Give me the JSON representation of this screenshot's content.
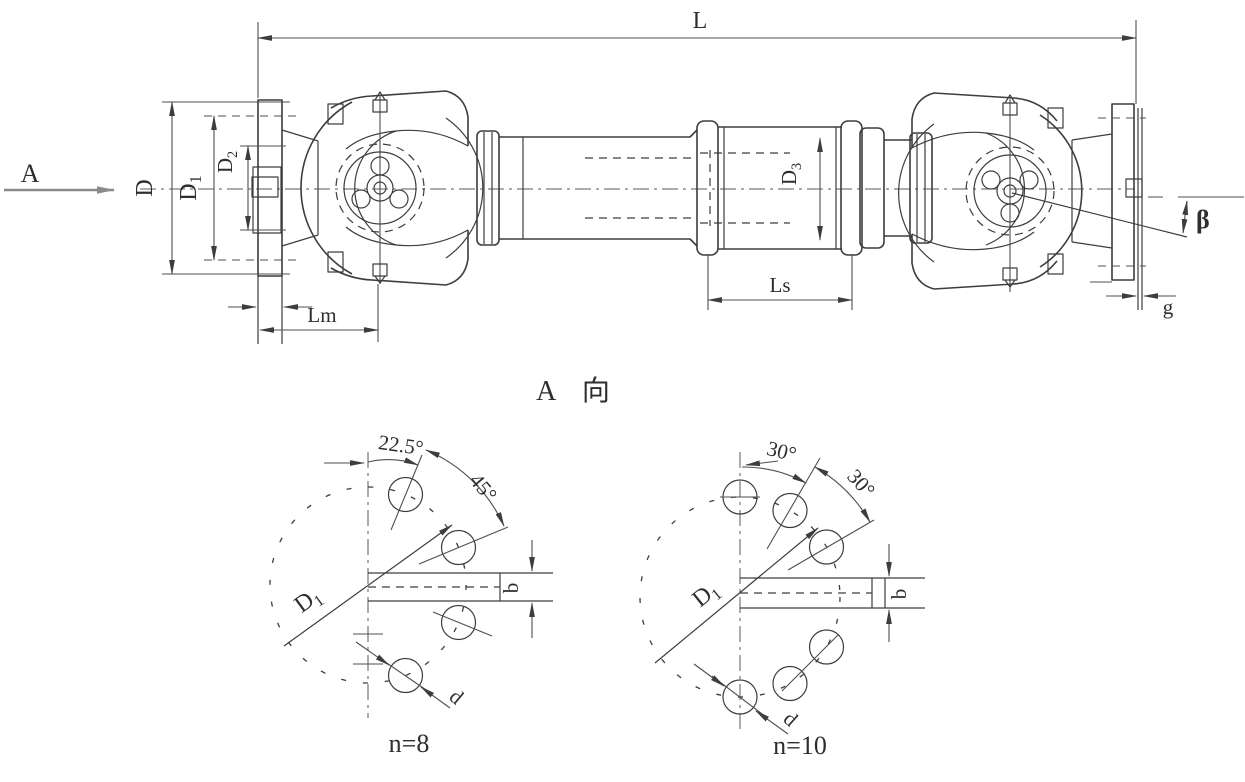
{
  "colors": {
    "line": "#3d3d3d",
    "dim": "#4f4f4f",
    "text": "#2e2e2e",
    "aux_arrow": "#8a8a8a",
    "background": "#ffffff"
  },
  "main_view": {
    "direction_label": "A",
    "dim_L": "L",
    "dim_D": "D",
    "dim_D1_base": "D",
    "dim_D1_sub": "1",
    "dim_D2_base": "D",
    "dim_D2_sub": "2",
    "dim_D3_base": "D",
    "dim_D3_sub": "3",
    "dim_Ls": "Ls",
    "dim_Lm": "Lm",
    "dim_g": "g",
    "dim_beta": "β"
  },
  "flange_views": {
    "title": "A 向",
    "n8": {
      "angle_offset": "22.5°",
      "angle_pitch": "45°",
      "dim_D1_base": "D",
      "dim_D1_sub": "1",
      "dim_b": "b",
      "dim_d": "d",
      "caption": "n=8"
    },
    "n10": {
      "angle_offset": "30°",
      "angle_pitch": "30°",
      "dim_D1_base": "D",
      "dim_D1_sub": "1",
      "dim_b": "b",
      "dim_d": "d",
      "caption": "n=10"
    }
  }
}
